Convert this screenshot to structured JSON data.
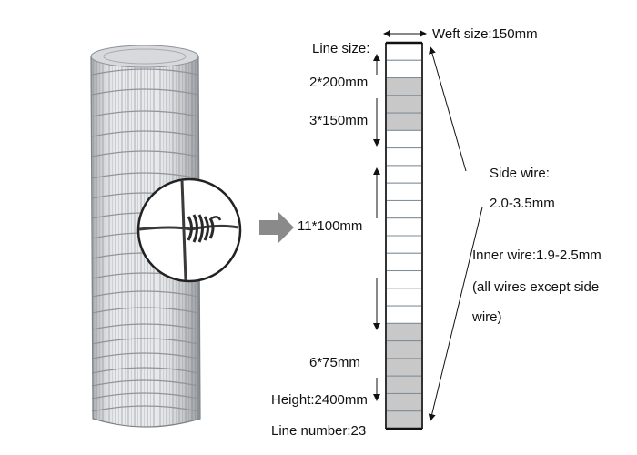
{
  "labels": {
    "weft_size": "Weft size:150mm",
    "line_size": "Line size:",
    "seg_200": "2*200mm",
    "seg_150": "3*150mm",
    "seg_100": "11*100mm",
    "seg_75": "6*75mm",
    "height": "Height:2400mm",
    "line_number": "Line number:23",
    "side_wire_title": "Side wire:",
    "side_wire_value": "2.0-3.5mm",
    "inner_wire": "Inner wire:1.9-2.5mm",
    "inner_note_1": "(all wires except side",
    "inner_note_2": "wire)"
  },
  "mesh_strip": {
    "segments": [
      {
        "count": 2,
        "spacing_mm": 200,
        "shade": "#ffffff"
      },
      {
        "count": 3,
        "spacing_mm": 150,
        "shade": "#c8c8c8"
      },
      {
        "count": 11,
        "spacing_mm": 100,
        "shade": "#ffffff"
      },
      {
        "count": 6,
        "spacing_mm": 75,
        "shade": "#c8c8c8"
      }
    ]
  },
  "colors": {
    "wire_line": "#7f8c96",
    "shaded_cell": "#c8c8c8",
    "arrow_gray": "#8a8a8a",
    "text": "#111111"
  },
  "icons": {
    "roll": "fence-roll-illustration",
    "knot": "hinge-knot-magnifier",
    "pointer": "right-arrow-icon"
  }
}
